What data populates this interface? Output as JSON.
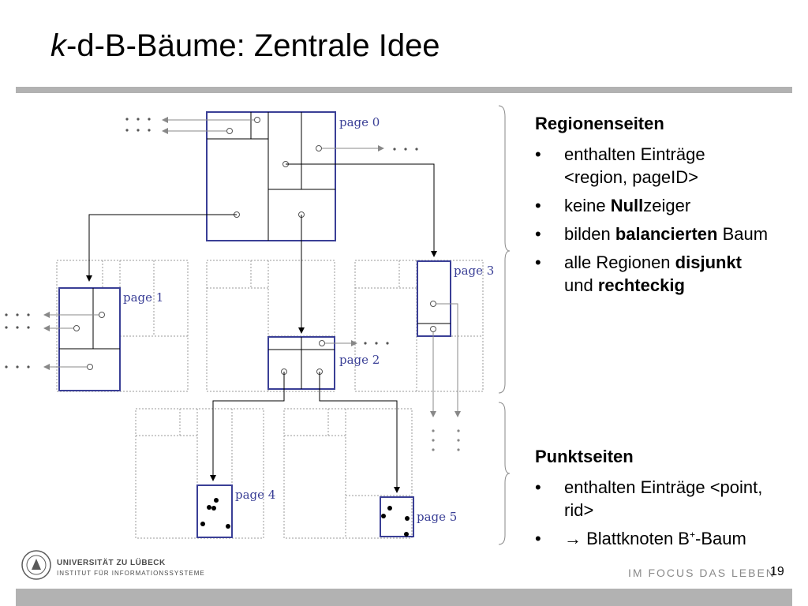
{
  "title": {
    "italic": "k",
    "rest": "-d-B-Bäume: Zentrale Idee"
  },
  "diagram": {
    "page_labels": [
      "page 0",
      "page 1",
      "page 2",
      "page 3",
      "page 4",
      "page 5"
    ],
    "ellipsis": "· · ·"
  },
  "region_pages": {
    "heading": "Regionenseiten",
    "bullets": [
      {
        "parts": [
          {
            "text": "enthalten Einträge <region, pageID>",
            "bold": false
          }
        ]
      },
      {
        "parts": [
          {
            "text": "keine ",
            "bold": false
          },
          {
            "text": "Null",
            "bold": true
          },
          {
            "text": "zeiger",
            "bold": false
          }
        ]
      },
      {
        "parts": [
          {
            "text": "bilden ",
            "bold": false
          },
          {
            "text": "balancierten",
            "bold": true
          },
          {
            "text": " Baum",
            "bold": false
          }
        ]
      },
      {
        "parts": [
          {
            "text": "alle Regionen ",
            "bold": false
          },
          {
            "text": "disjunkt",
            "bold": true
          },
          {
            "text": " und ",
            "bold": false
          },
          {
            "text": "rechteckig",
            "bold": true
          }
        ]
      }
    ]
  },
  "point_pages": {
    "heading": "Punktseiten",
    "bullet1": "enthalten Einträge <point, rid>",
    "bullet2_pre": "→ Blattknoten B",
    "bullet2_sup": "+",
    "bullet2_post": "-Baum"
  },
  "footer": {
    "university": "UNIVERSITÄT ZU LÜBECK",
    "institute": "INSTITUT FÜR INFORMATIONSSYSTEME",
    "slogan": "IM FOCUS DAS LEBEN",
    "page_number": "19"
  },
  "colors": {
    "accent_blue": "#3a3f96",
    "bar_gray": "#b2b2b2"
  }
}
